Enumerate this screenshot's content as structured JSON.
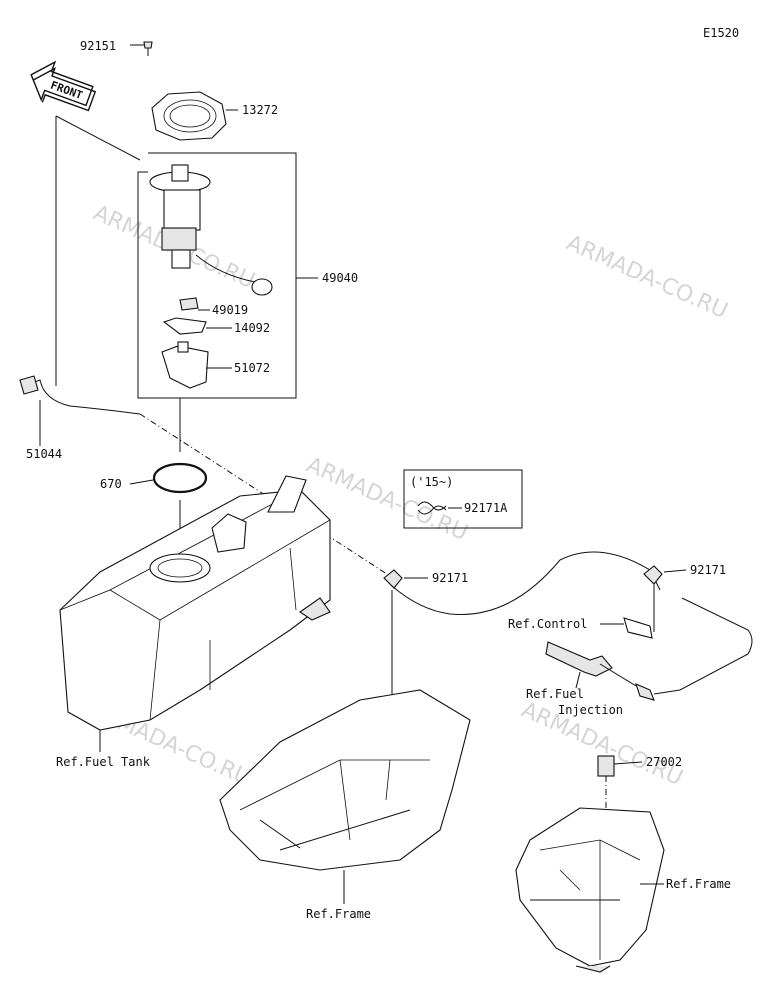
{
  "diagram_code": "E1520",
  "front_label": "FRONT",
  "watermarks": [
    "ARMADA-CO.RU",
    "ARMADA-CO.RU",
    "ARMADA-CO.RU",
    "ARMADA-CO.RU",
    "ARMADA-CO.RU"
  ],
  "parts": {
    "p92151": "92151",
    "p13272": "13272",
    "p49040": "49040",
    "p49019": "49019",
    "p14092": "14092",
    "p51072": "51072",
    "p51044": "51044",
    "p670": "670",
    "p92171A": "92171A",
    "p92171_a": "92171",
    "p92171_b": "92171",
    "p27002": "27002"
  },
  "variant_note": "('15~)",
  "refs": {
    "fuel_tank": "Ref.Fuel Tank",
    "frame_left": "Ref.Frame",
    "frame_right": "Ref.Frame",
    "control": "Ref.Control",
    "fuel_injection_1": "Ref.Fuel",
    "fuel_injection_2": "Injection"
  }
}
